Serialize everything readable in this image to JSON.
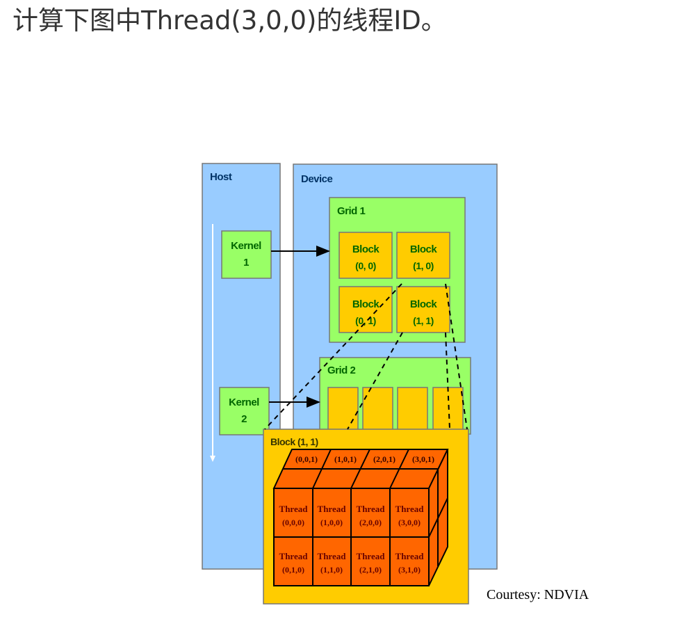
{
  "question": "计算下图中Thread(3,0,0)的线程ID。",
  "diagram": {
    "host_label": "Host",
    "device_label": "Device",
    "kernel1": [
      "Kernel",
      "1"
    ],
    "kernel2": [
      "Kernel",
      "2"
    ],
    "grid1_label": "Grid 1",
    "grid2_label": "Grid 2",
    "grid1_blocks": [
      [
        "Block",
        "(0, 0)"
      ],
      [
        "Block",
        "(1, 0)"
      ],
      [
        "Block",
        "(0, 1)"
      ],
      [
        "Block",
        "(1, 1)"
      ]
    ],
    "block_zoom_label": "Block (1, 1)",
    "back_threads": [
      "(0,0,1)",
      "(1,0,1)",
      "(2,0,1)",
      "(3,0,1)"
    ],
    "thread_word": "Thread",
    "front_row0": [
      "(0,0,0)",
      "(1,0,0)",
      "(2,0,0)",
      "(3,0,0)"
    ],
    "front_row1": [
      "(0,1,0)",
      "(1,1,0)",
      "(2,1,0)",
      "(3,1,0)"
    ],
    "courtesy": "Courtesy: NDVIA"
  },
  "colors": {
    "panel_blue": "#99ccff",
    "grid_green": "#99ff66",
    "block_gold": "#ffcc00",
    "thread_orange": "#ff6600",
    "text_green": "#006600",
    "text_dark_red": "#660000"
  }
}
